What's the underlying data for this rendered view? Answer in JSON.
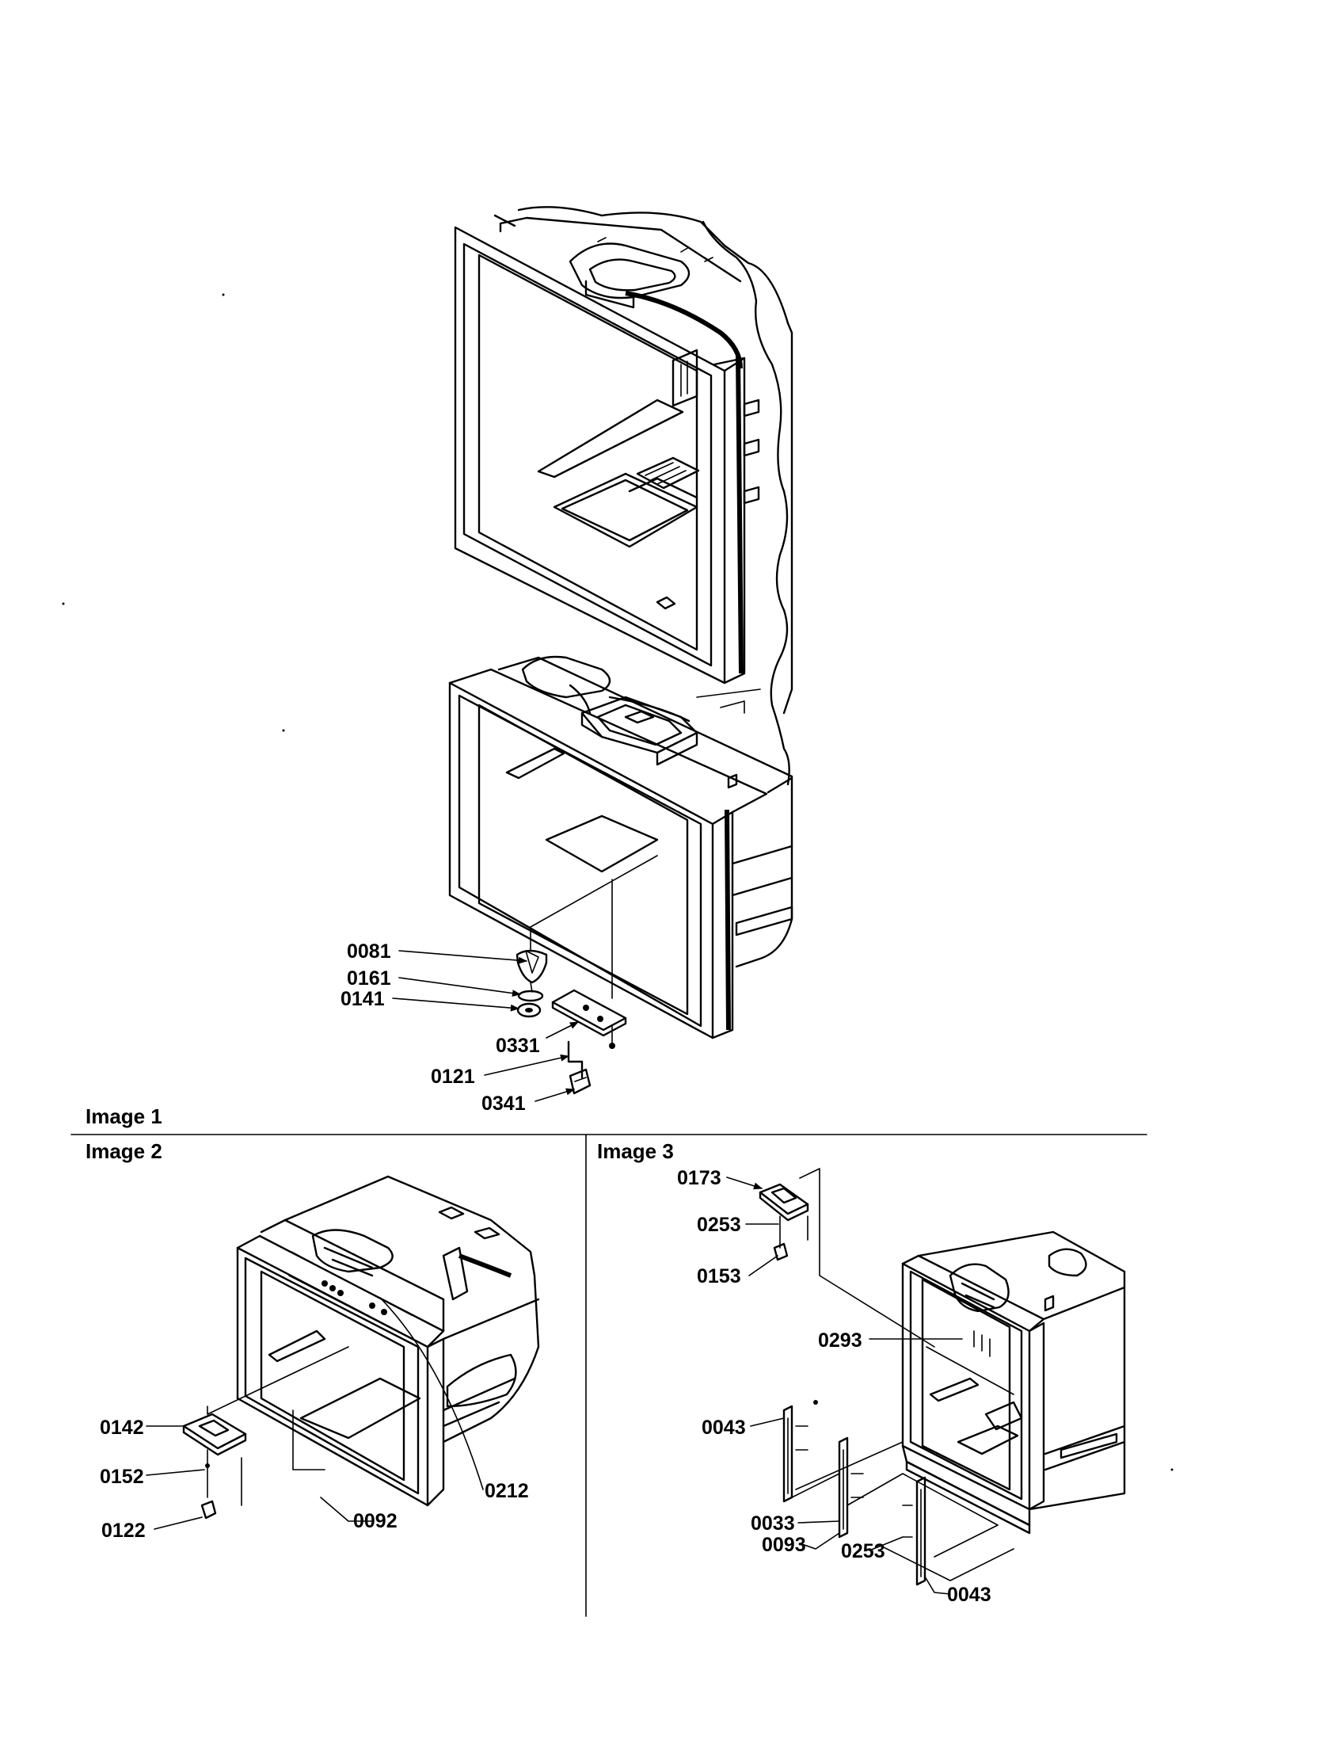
{
  "panels": [
    {
      "id": "image1",
      "title": "Image 1",
      "callouts": [
        "0081",
        "0161",
        "0141",
        "0331",
        "0121",
        "0341"
      ]
    },
    {
      "id": "image2",
      "title": "Image 2",
      "callouts": [
        "0142",
        "0152",
        "0122",
        "0092",
        "0212"
      ]
    },
    {
      "id": "image3",
      "title": "Image 3",
      "callouts": [
        "0173",
        "0253",
        "0153",
        "0293",
        "0043",
        "0033",
        "0093",
        "0253",
        "0043"
      ]
    }
  ]
}
